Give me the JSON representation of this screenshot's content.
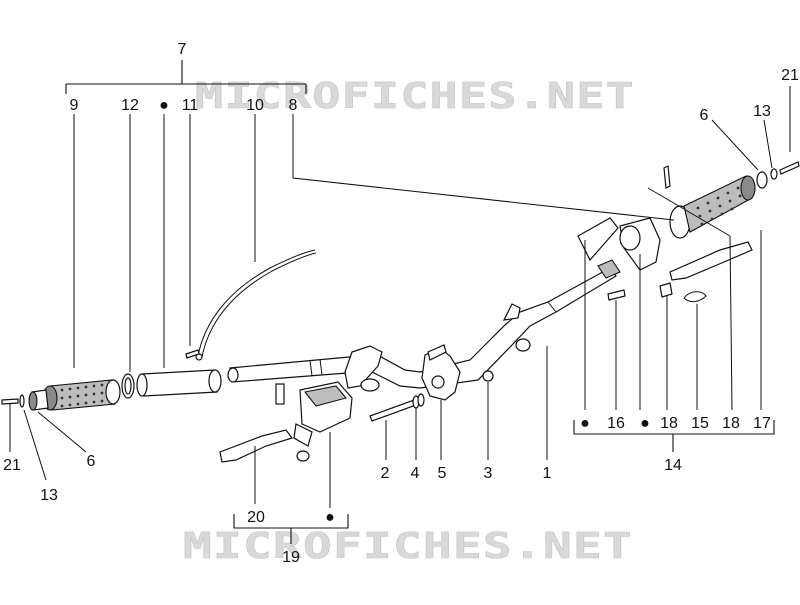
{
  "watermark": {
    "text": "MICROFICHES.NET",
    "color": "#d0d0d0"
  },
  "kit_marker": "●",
  "colors": {
    "line": "#111111",
    "fill": "#ffffff",
    "grey": "#bdbdbd"
  },
  "labels": {
    "l1": "1",
    "l2": "2",
    "l3": "3",
    "l4": "4",
    "l5": "5",
    "l6_right": "6",
    "l6_left": "6",
    "l7": "7",
    "l8": "8",
    "l9": "9",
    "l10": "10",
    "l11": "11",
    "l12": "12",
    "l13_right": "13",
    "l13_left": "13",
    "l14": "14",
    "l15": "15",
    "l16": "16",
    "l17": "17",
    "l18_a": "18",
    "l18_b": "18",
    "l19": "19",
    "l20": "20",
    "l21_right": "21",
    "l21_left": "21"
  }
}
